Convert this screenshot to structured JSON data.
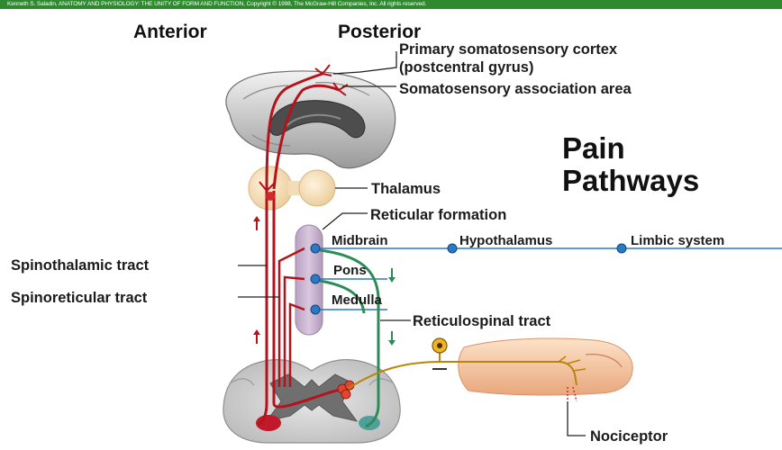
{
  "credit": "Kenneth S. Saladin, ANATOMY AND PHYSIOLOGY: THE UNITY OF FORM AND FUNCTION, Copyright © 1998, The McGraw-Hill Companies, Inc. All rights reserved.",
  "title": {
    "line1": "Pain",
    "line2": "Pathways"
  },
  "orientation": {
    "anterior": "Anterior",
    "posterior": "Posterior"
  },
  "labels": {
    "primary_cortex_1": "Primary somatosensory cortex",
    "primary_cortex_2": "(postcentral gyrus)",
    "association_area": "Somatosensory association area",
    "thalamus": "Thalamus",
    "reticular_formation": "Reticular formation",
    "midbrain": "Midbrain",
    "hypothalamus": "Hypothalamus",
    "limbic_system": "Limbic system",
    "pons": "Pons",
    "medulla": "Medulla",
    "spinothalamic_tract": "Spinothalamic tract",
    "spinoreticular_tract": "Spinoreticular tract",
    "reticulospinal_tract": "Reticulospinal tract",
    "nociceptor": "Nociceptor"
  },
  "colors": {
    "pathway_red": "#b3141c",
    "pathway_green": "#2e8b57",
    "neuron_blue": "#2a79c4",
    "sensory_gold": "#b8860b",
    "header_green": "#2f8a2f"
  }
}
